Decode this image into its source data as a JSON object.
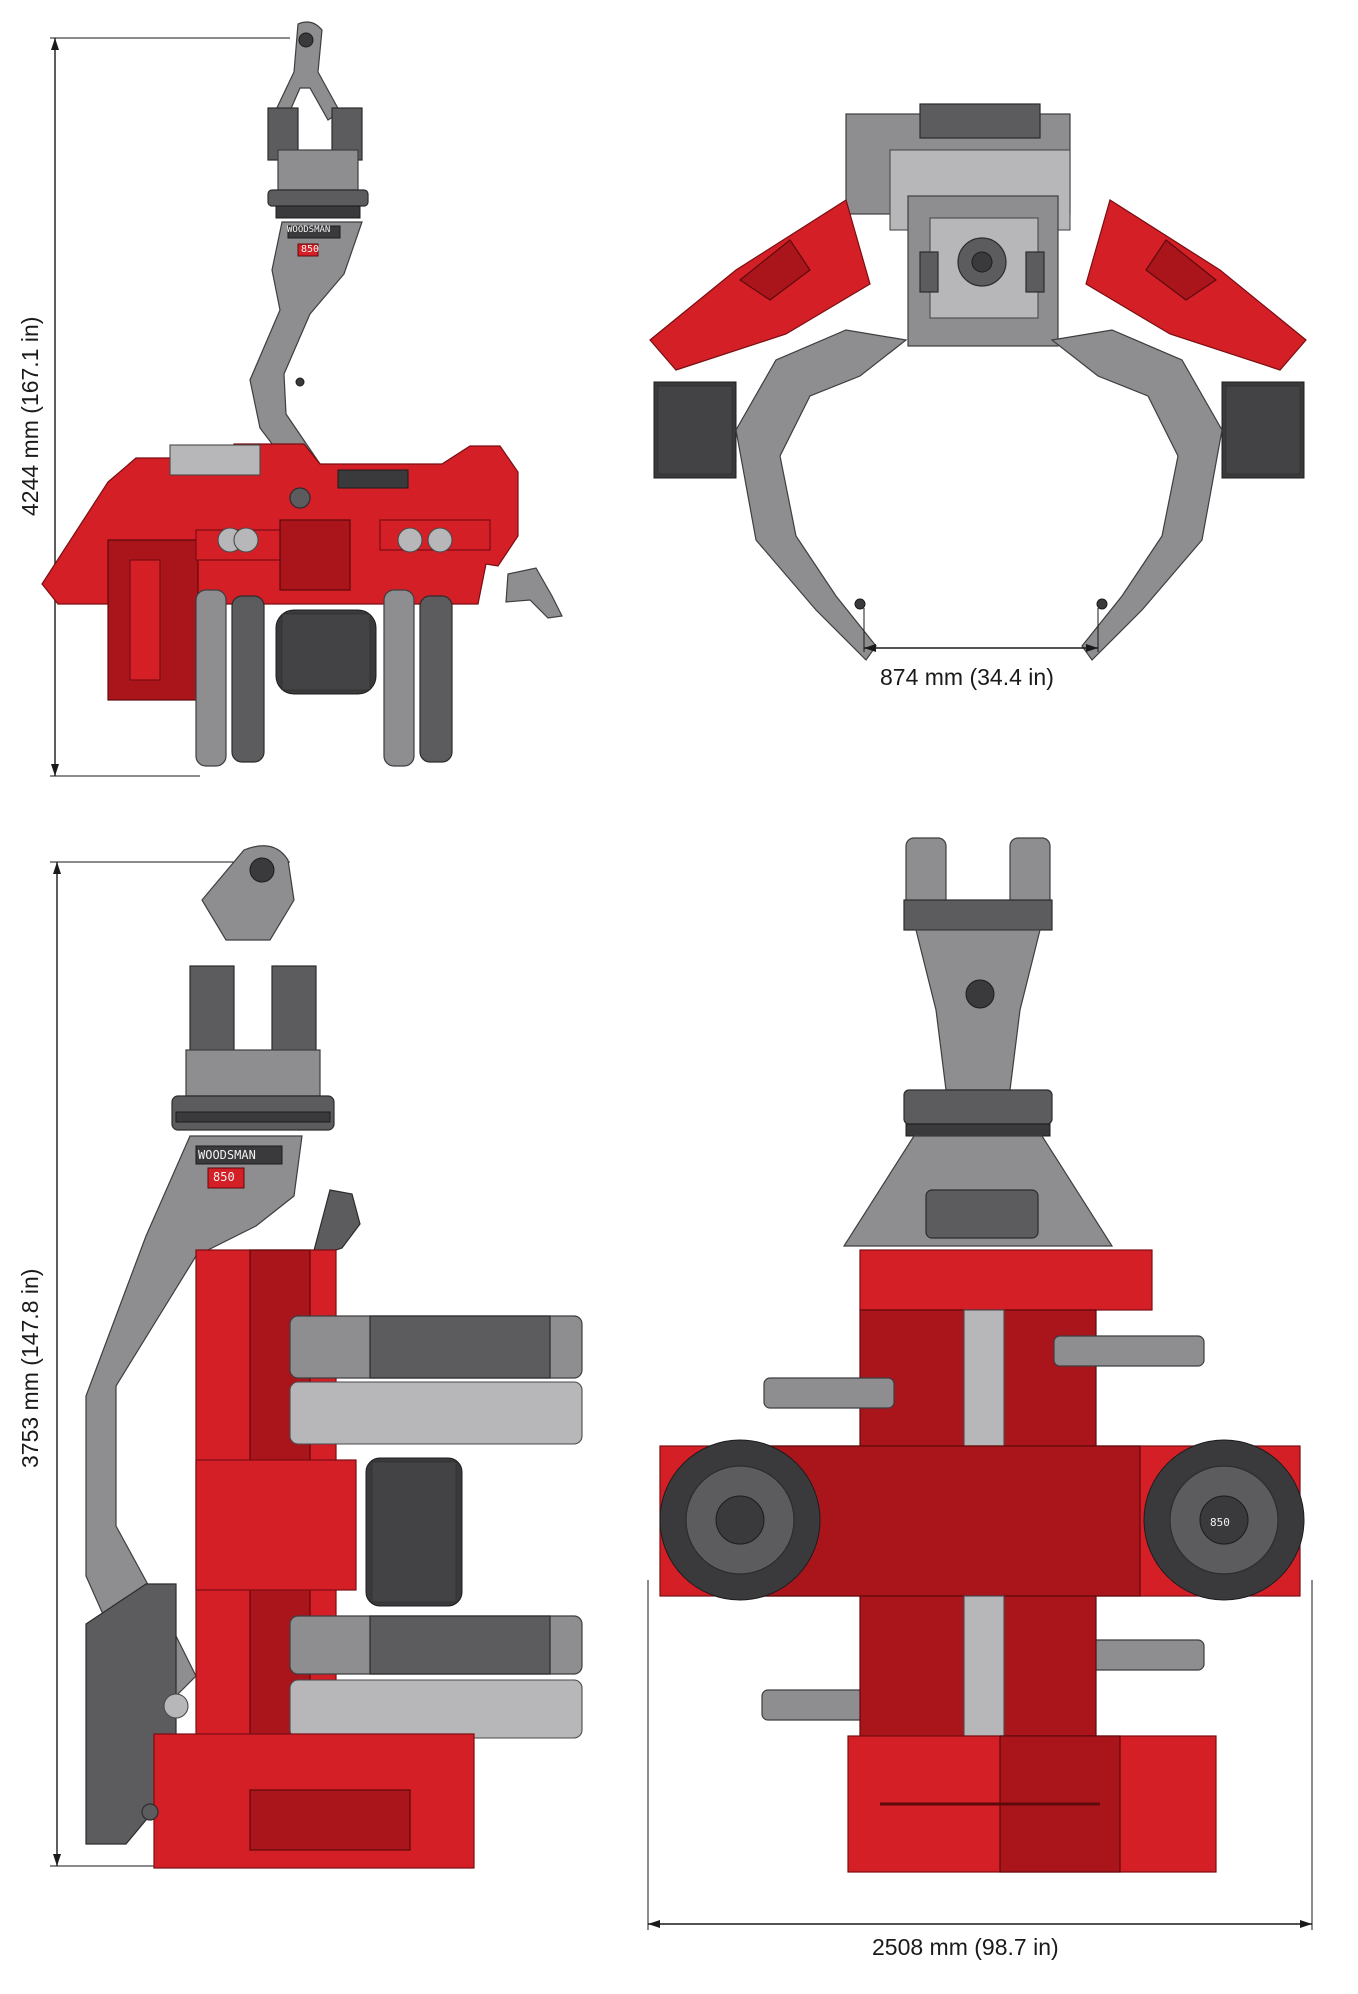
{
  "dimensions": {
    "height_top_left": "4244 mm (167.1 in)",
    "opening_top_right": "874 mm (34.4 in)",
    "height_bottom_left": "3753 mm (147.8 in)",
    "width_bottom_right": "2508 mm (98.7 in)"
  },
  "markings": {
    "brand_plate": "WOODSMAN",
    "model_plate": "850"
  },
  "colors": {
    "frame_red": "#d41f26",
    "steel_gray": "#8e8e90",
    "dimension_ink": "#1a1a1a"
  }
}
